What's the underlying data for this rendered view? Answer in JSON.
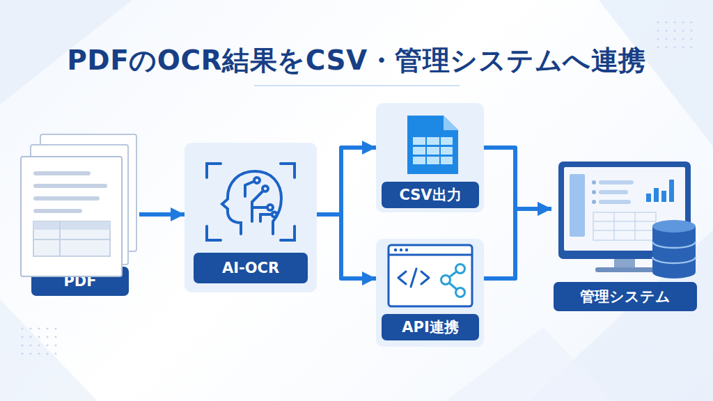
{
  "diagram": {
    "title": "PDFのOCR結果をCSV・管理システムへ連携",
    "nodes": [
      {
        "text": [
          "PDF"
        ]
      },
      {
        "text": [
          "AI-OCR"
        ]
      },
      {
        "text": [
          "CSV出力"
        ]
      },
      {
        "text": [
          "API連携"
        ]
      },
      {
        "text": [
          "管理システム"
        ]
      }
    ],
    "edges": [
      {
        "from": 0,
        "to": 1,
        "arrow": "to"
      },
      {
        "from": 1,
        "to": 2,
        "arrow": "to"
      },
      {
        "from": 1,
        "to": 3,
        "arrow": "to"
      },
      {
        "from": 2,
        "to": 4,
        "arrow": "to"
      },
      {
        "from": 3,
        "to": 4,
        "arrow": "to"
      }
    ]
  }
}
